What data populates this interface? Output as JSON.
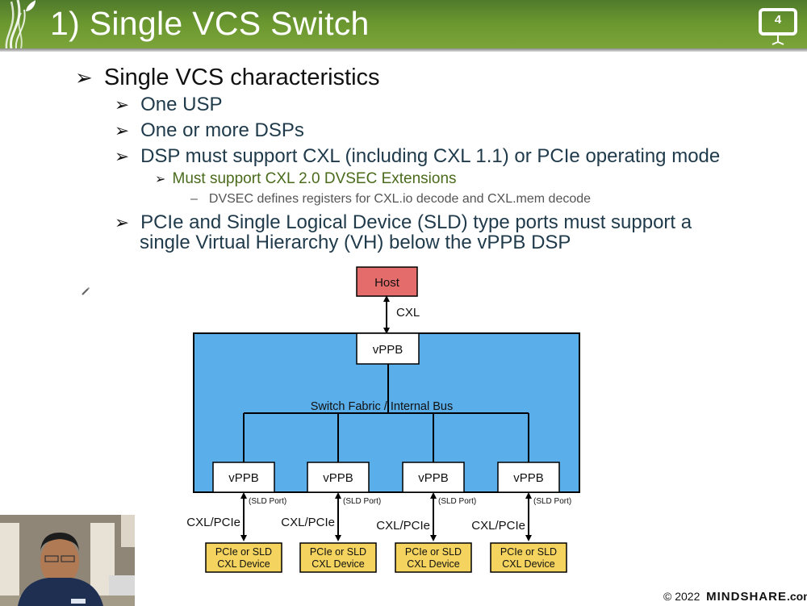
{
  "slide": {
    "title": "1) Single VCS Switch",
    "number": "4"
  },
  "bullets": {
    "level1": "Single VCS characteristics",
    "level2": [
      "One USP",
      "One or more DSPs",
      "DSP must support CXL (including CXL 1.1) or PCIe operating mode"
    ],
    "level3": "Must support CXL 2.0 DVSEC Extensions",
    "level4": "DVSEC defines registers for CXL.io decode and CXL.mem decode",
    "level2_last_line1": "PCIe and Single Logical Device (SLD) type ports must support a",
    "level2_last_line2": "single Virtual Hierarchy (VH) below the vPPB DSP",
    "arrow_glyph": "➢",
    "dash_glyph": "–"
  },
  "diagram": {
    "host_label": "Host",
    "host_link_label": "CXL",
    "upstream_vppb_label": "vPPB",
    "bus_label": "Switch Fabric / Internal Bus",
    "downstream_ports": [
      {
        "vppb": "vPPB",
        "port_type": "(SLD Port)",
        "link": "CXL/PCIe",
        "device_line1": "PCIe or SLD",
        "device_line2": "CXL Device"
      },
      {
        "vppb": "vPPB",
        "port_type": "(SLD Port)",
        "link": "CXL/PCIe",
        "device_line1": "PCIe or SLD",
        "device_line2": "CXL Device"
      },
      {
        "vppb": "vPPB",
        "port_type": "(SLD Port)",
        "link": "CXL/PCIe",
        "device_line1": "PCIe or SLD",
        "device_line2": "CXL Device"
      },
      {
        "vppb": "vPPB",
        "port_type": "(SLD Port)",
        "link": "CXL/PCIe",
        "device_line1": "PCIe or SLD",
        "device_line2": "CXL Device"
      }
    ],
    "colors": {
      "host_fill": "#e46c6a",
      "switch_fill": "#5aaeea",
      "device_fill": "#f4d35e",
      "vppb_fill": "#ffffff"
    }
  },
  "footer": {
    "copyright": "© 2022",
    "brand": "MINDSHARE",
    "domain_suffix": ".com"
  },
  "header_colors": {
    "brand_green": "#6a962f"
  }
}
